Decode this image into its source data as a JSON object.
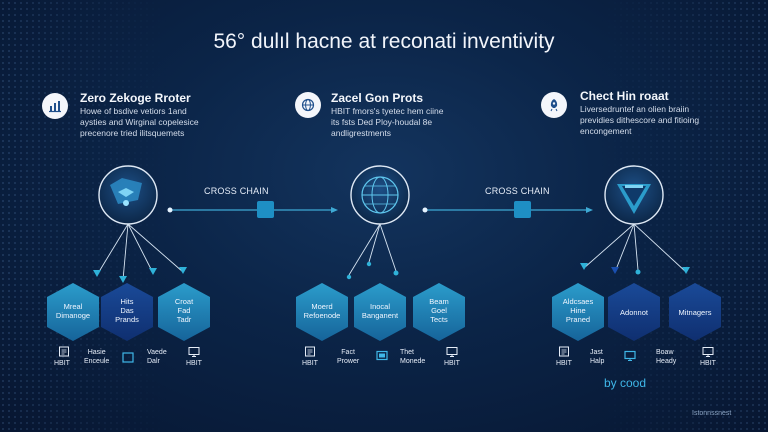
{
  "title": "56° dulıl hacne at reconati inventivity",
  "panels": [
    {
      "title": "Zero Zekoge Rroter",
      "desc": [
        "Howe of bsdive vetiors 1and",
        "aysties and Wirginal copelesice",
        "precenore tried ilitsquemets"
      ],
      "icon": "chart-icon",
      "hexes": [
        {
          "label": [
            "Mreal",
            "Dimanoge"
          ]
        },
        {
          "label": [
            "Hits",
            "Das",
            "Prands"
          ]
        },
        {
          "label": [
            "Croat",
            "Fad",
            "Tadr"
          ]
        }
      ],
      "icons": [
        {
          "name": "document-icon",
          "label": [
            "HBIT"
          ]
        },
        {
          "name": "text-icon",
          "label": [
            "Hasie",
            "Enceule"
          ]
        },
        {
          "name": "monitor-icon",
          "label": []
        },
        {
          "name": "text-icon",
          "label": [
            "Vaede",
            "Dalr"
          ]
        },
        {
          "name": "monitor-icon",
          "label": [
            "HBIT"
          ]
        }
      ]
    },
    {
      "title": "Zacel Gon Prots",
      "desc": [
        "HBIT fmors's tyetec hem ciine",
        "its fsts Ded Ploy-houdal 8e",
        "andligrestments"
      ],
      "icon": "globe-icon",
      "hexes": [
        {
          "label": [
            "Moerd",
            "Refoenode"
          ]
        },
        {
          "label": [
            "Inocal",
            "Banganent"
          ]
        },
        {
          "label": [
            "Beam",
            "Goel",
            "Tects"
          ]
        }
      ],
      "icons": [
        {
          "name": "document-icon",
          "label": [
            "HBIT"
          ]
        },
        {
          "name": "text-icon",
          "label": [
            "Fact",
            "Prower"
          ]
        },
        {
          "name": "monitor-icon",
          "label": []
        },
        {
          "name": "text-icon",
          "label": [
            "Thet",
            "Monede"
          ]
        },
        {
          "name": "monitor-icon",
          "label": [
            "HBIT"
          ]
        }
      ]
    },
    {
      "title": "Chect Hin roaat",
      "desc": [
        "Liversedruntef an olien braiin",
        "previdies dithescore and fitioing",
        "encongement"
      ],
      "icon": "rocket-icon",
      "hexes": [
        {
          "label": [
            "Aldcsaes",
            "Hine",
            "Praned"
          ]
        },
        {
          "label": [
            "Adonnot"
          ]
        },
        {
          "label": [
            "Mitnagers"
          ]
        }
      ],
      "icons": [
        {
          "name": "document-icon",
          "label": [
            "HBIT"
          ]
        },
        {
          "name": "text-icon",
          "label": [
            "Jast",
            "Halp"
          ]
        },
        {
          "name": "monitor-icon",
          "label": []
        },
        {
          "name": "text-icon",
          "label": [
            "Boaw",
            "Heady"
          ]
        },
        {
          "name": "monitor-icon",
          "label": [
            "HBIT"
          ]
        }
      ]
    }
  ],
  "connectors": [
    {
      "label": "CROSS CHAIN"
    },
    {
      "label": "CROSS CHAIN"
    }
  ],
  "footer_note": "by cood",
  "watermark": "Istonnssnest",
  "colors": {
    "background": "#0b2447",
    "hex_light": "#1e88b8",
    "hex_dark": "#123c86",
    "line": "#3ea9d4",
    "accent": "#3fb7e8"
  }
}
